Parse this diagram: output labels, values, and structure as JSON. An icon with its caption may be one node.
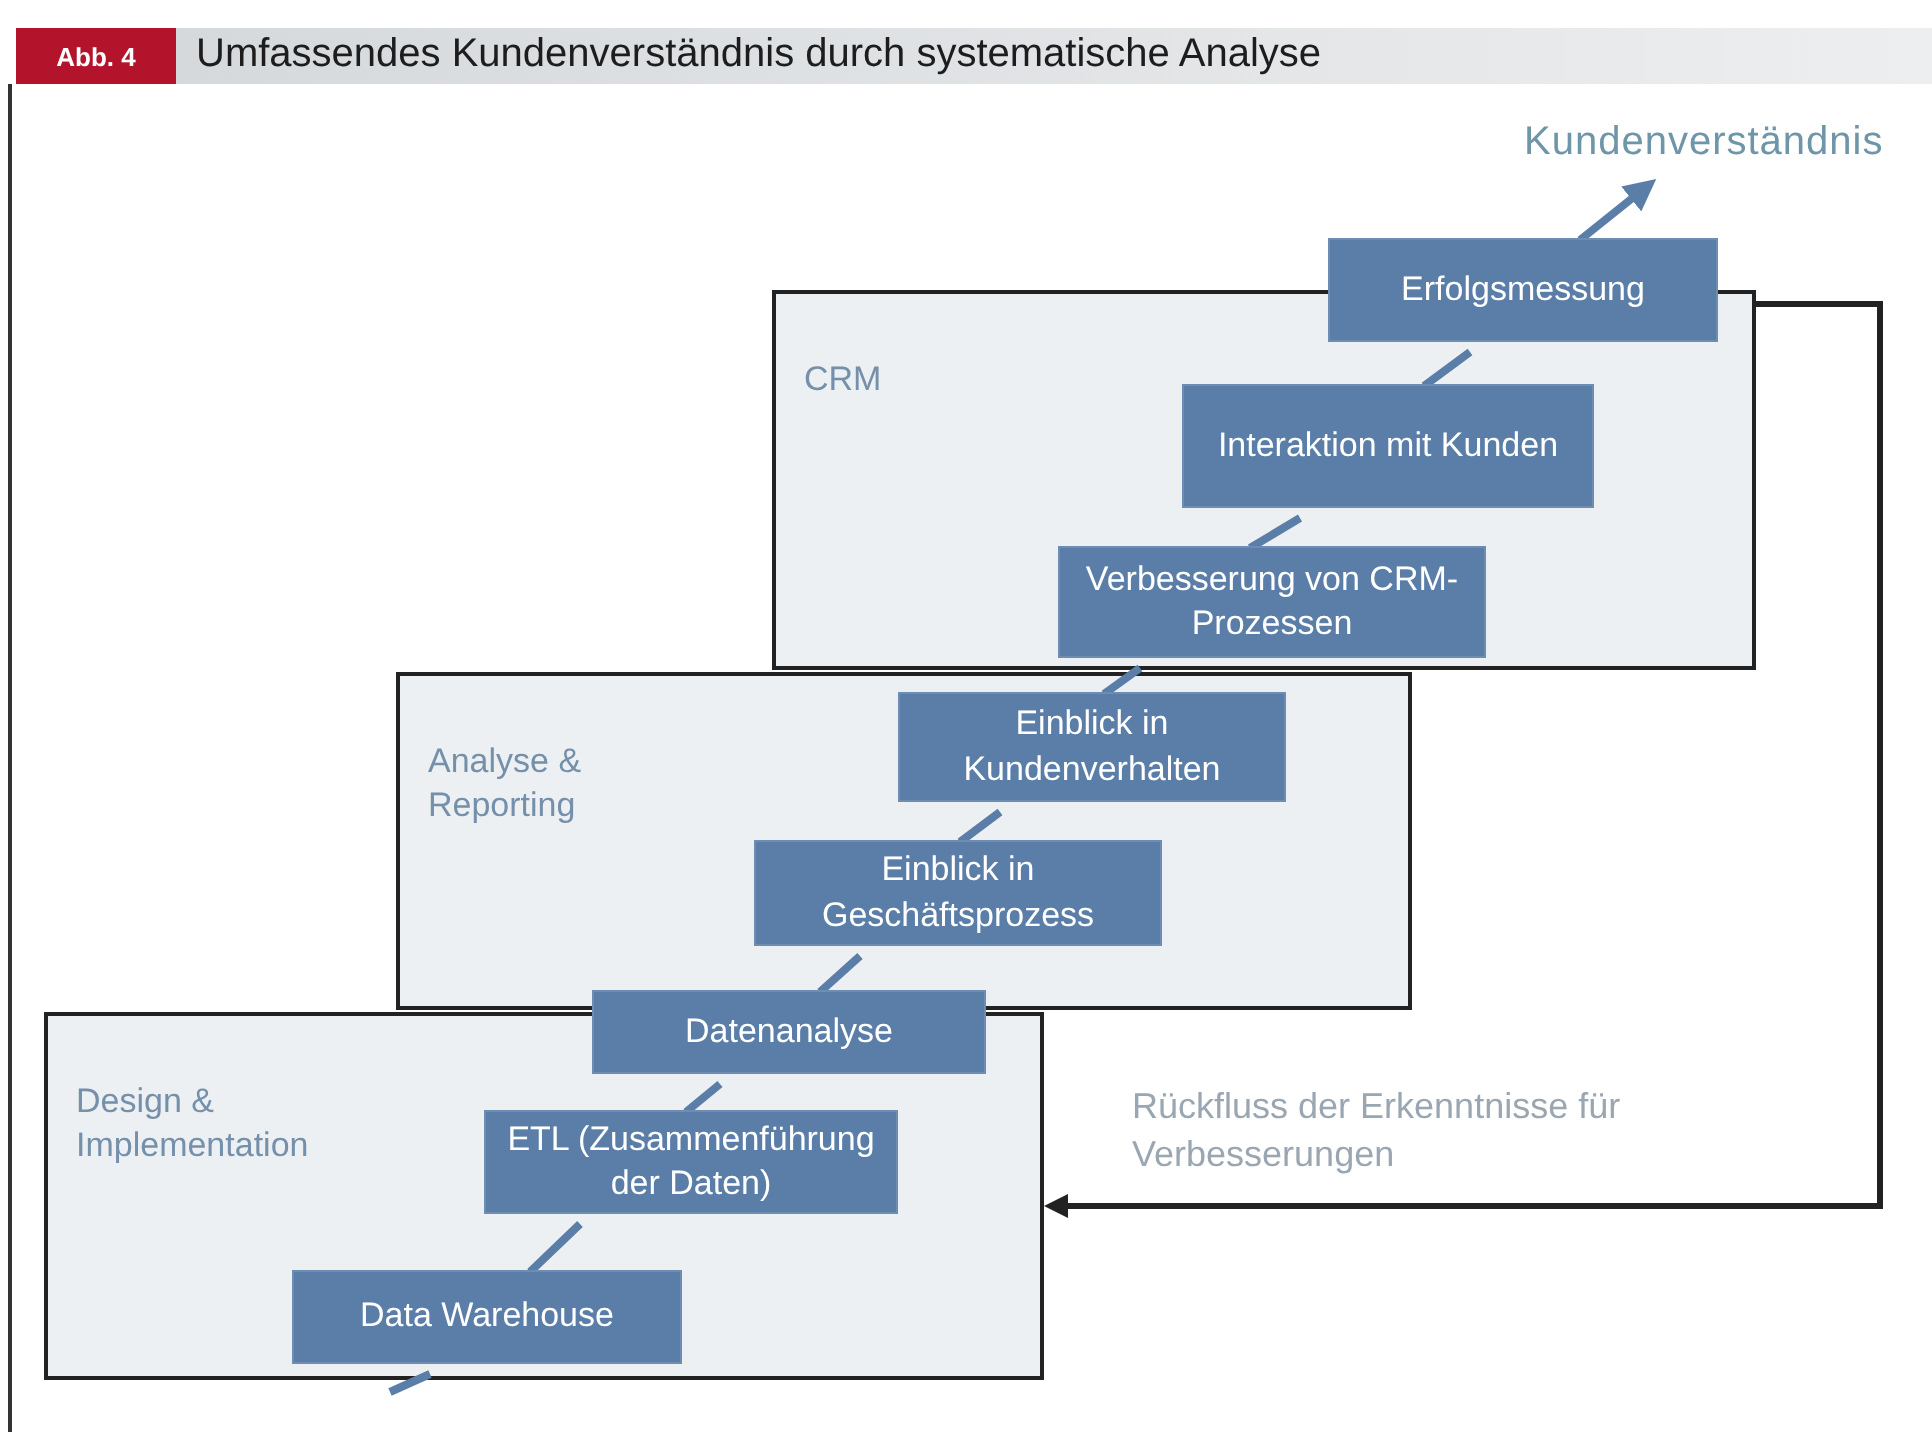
{
  "diagram": {
    "title": "Umfassendes Kundenverständnis durch systematische Analyse",
    "nodes": [
      {
        "text": [
          "CRM"
        ]
      },
      {
        "text": [
          "Analyse & Reporting"
        ]
      },
      {
        "text": [
          "Design & Implementation"
        ]
      },
      {
        "text": [
          "Erfolgsmessung"
        ]
      },
      {
        "text": [
          "Interaktion mit Kunden"
        ],
        "in": 0
      },
      {
        "text": [
          "Verbesserung von CRM-Prozessen"
        ],
        "in": 0
      },
      {
        "text": [
          "Einblick in Kundenverhalten"
        ],
        "in": 1
      },
      {
        "text": [
          "Einblick in Geschäftsprozess"
        ],
        "in": 1
      },
      {
        "text": [
          "Datenanalyse"
        ]
      },
      {
        "text": [
          "ETL (Zusammenführung der Daten)"
        ],
        "in": 2
      },
      {
        "text": [
          "Data Warehouse"
        ],
        "in": 2
      },
      {
        "text": [
          "Kundenverständnis"
        ]
      }
    ],
    "edges": [
      {
        "from": null,
        "to": 10,
        "arrow": "none"
      },
      {
        "from": 10,
        "to": 9,
        "arrow": "none"
      },
      {
        "from": 9,
        "to": 8,
        "arrow": "none"
      },
      {
        "from": 8,
        "to": 7,
        "arrow": "none"
      },
      {
        "from": 7,
        "to": 6,
        "arrow": "none"
      },
      {
        "from": 6,
        "to": 5,
        "arrow": "none"
      },
      {
        "from": 5,
        "to": 4,
        "arrow": "none"
      },
      {
        "from": 4,
        "to": 3,
        "arrow": "none"
      },
      {
        "from": 3,
        "to": 11,
        "arrow": "to"
      },
      {
        "from": 0,
        "to": 2,
        "arrow": "to",
        "label": "Rückfluss der Erkenntnisse für Verbesserungen",
        "color": "#222222"
      }
    ],
    "labels": [
      "Abb. 4"
    ]
  }
}
